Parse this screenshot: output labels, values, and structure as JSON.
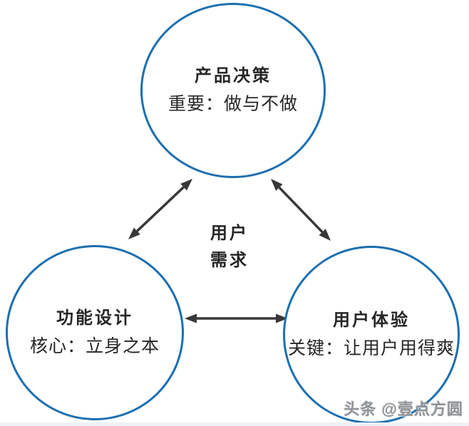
{
  "diagram": {
    "title_theme": "user-needs-triangle",
    "center_label": {
      "line1": "用户",
      "line2": "需求"
    },
    "nodes": [
      {
        "id": "product-decision",
        "title": "产品决策",
        "subtitle": "重要：做与不做"
      },
      {
        "id": "function-design",
        "title": "功能设计",
        "subtitle": "核心：立身之本"
      },
      {
        "id": "user-experience",
        "title": "用户体验",
        "subtitle": "关键：让用户用得爽"
      }
    ],
    "edges": [
      {
        "from": "product-decision",
        "to": "function-design",
        "style": "double-arrow"
      },
      {
        "from": "product-decision",
        "to": "user-experience",
        "style": "double-arrow"
      },
      {
        "from": "function-design",
        "to": "user-experience",
        "style": "double-arrow"
      }
    ],
    "watermark": "头条 @壹点方圆",
    "colors": {
      "circle_stroke": "#1c6fb0",
      "arrow": "#383838",
      "text": "#262626",
      "watermark": "#8e9296",
      "background": "#ffffff"
    }
  }
}
